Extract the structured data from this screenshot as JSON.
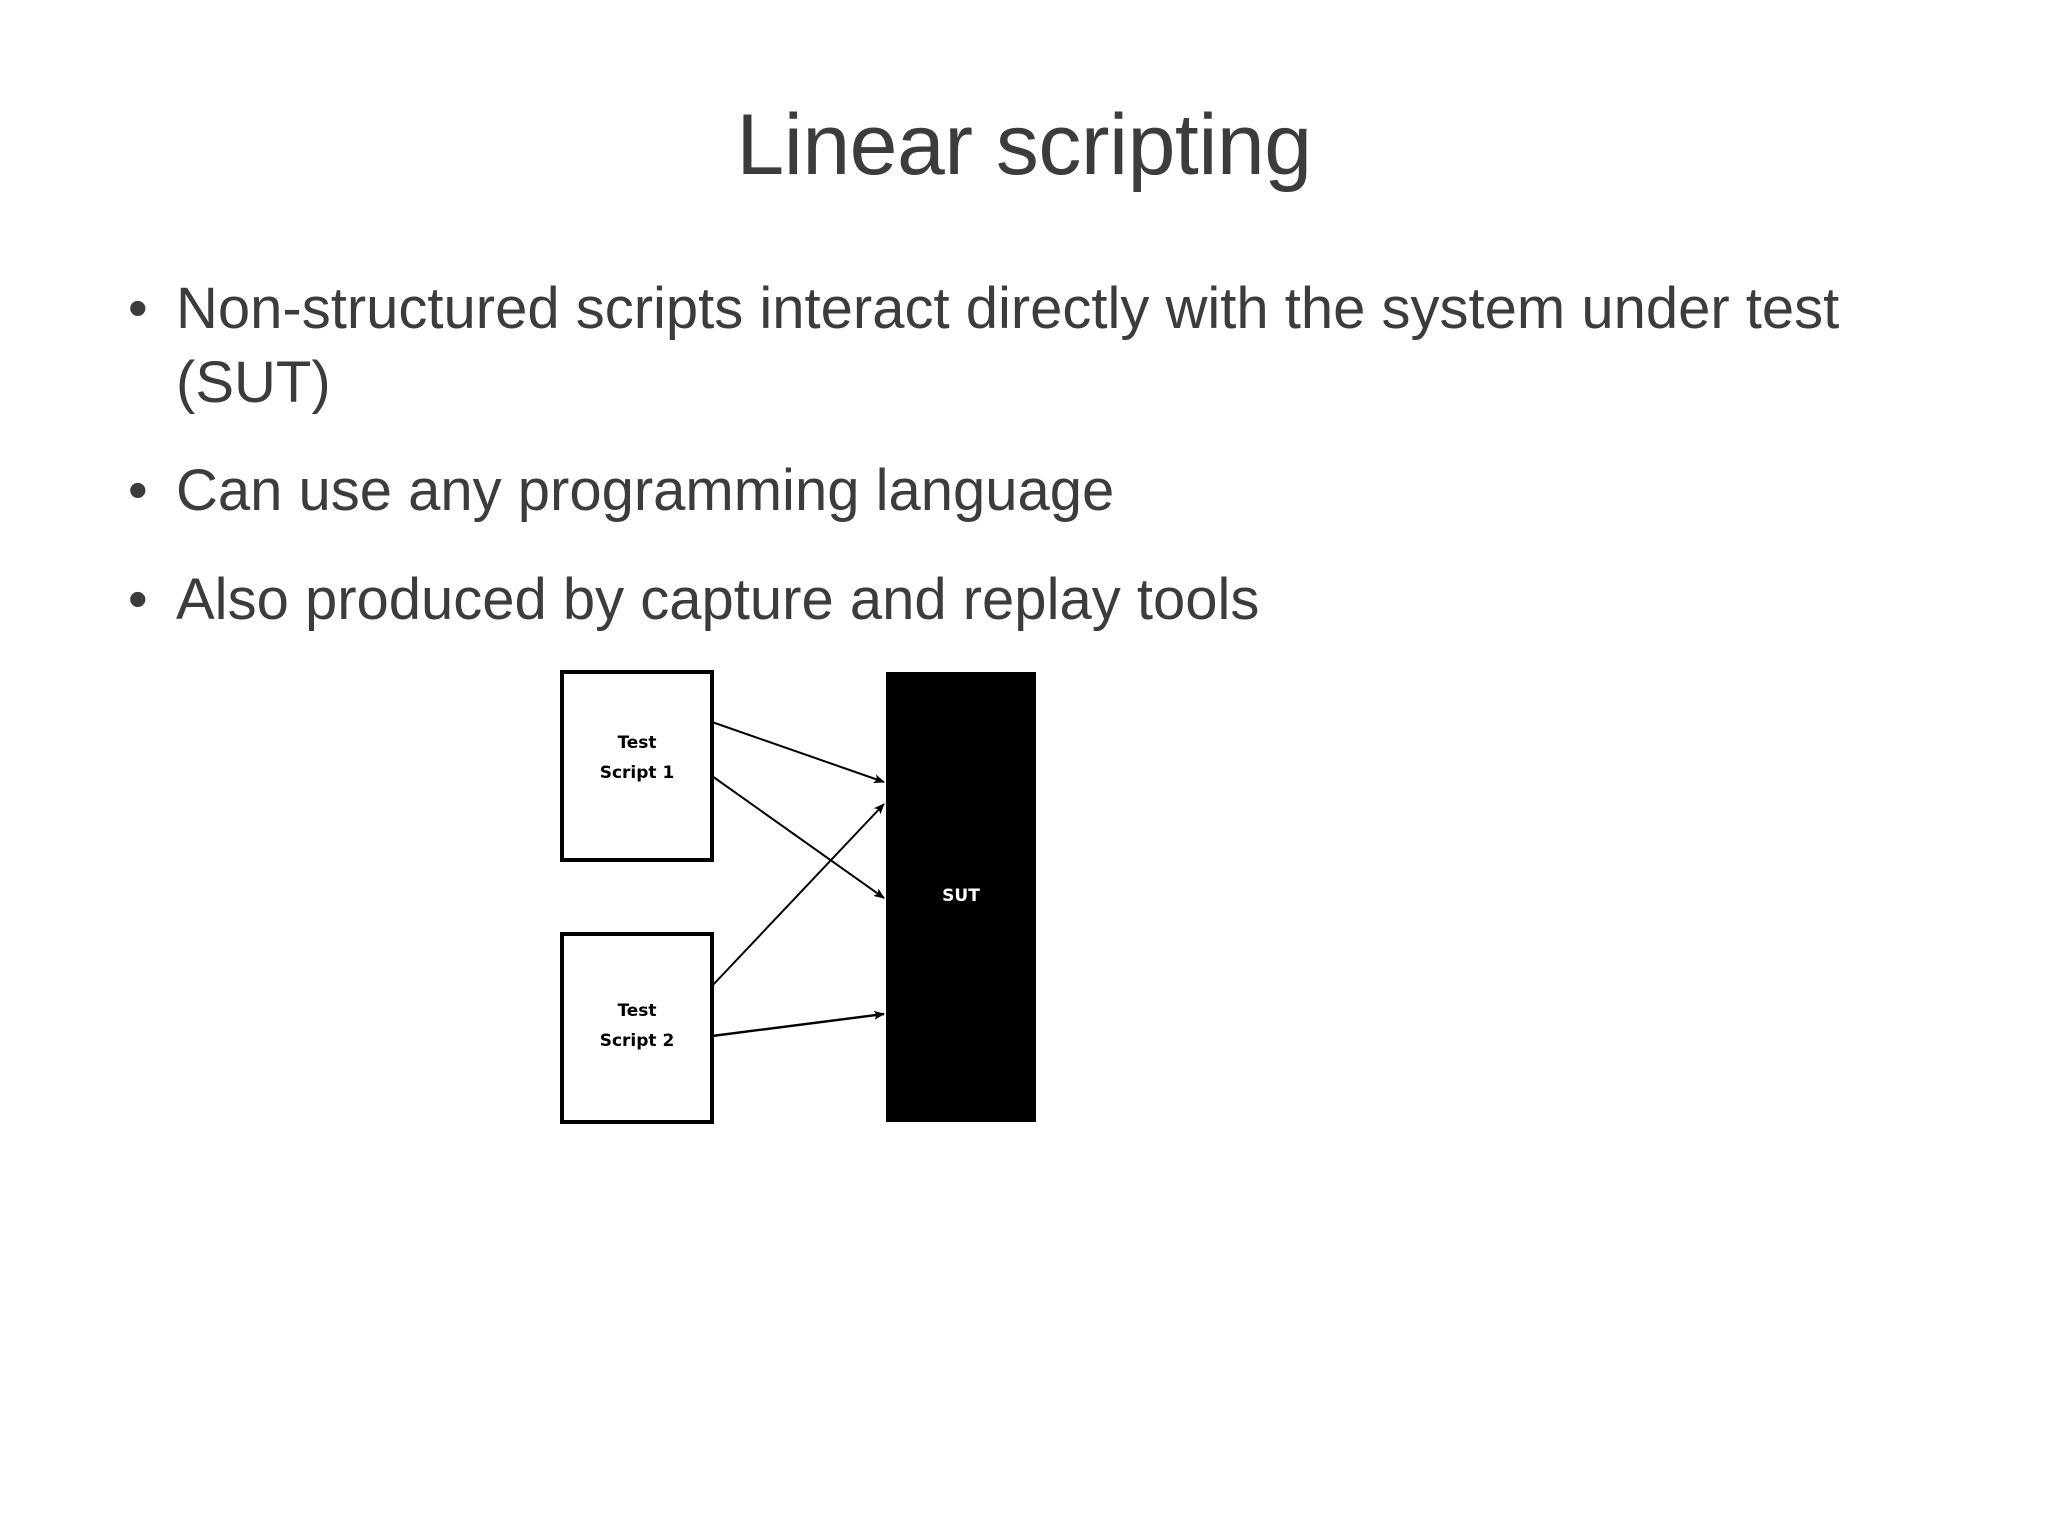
{
  "slide": {
    "title": "Linear scripting",
    "bullet_marker": "•",
    "bullets": [
      "Non-structured scripts interact directly with the system under test (SUT)",
      "Can use any programming language",
      "Also produced by capture and replay tools"
    ],
    "diagram": {
      "name": "test-scripts-to-sut-diagram",
      "boxes": [
        {
          "id": "test-script-1",
          "line1": "Test",
          "line2": "Script 1"
        },
        {
          "id": "test-script-2",
          "line1": "Test",
          "line2": "Script 2"
        }
      ],
      "sut": {
        "id": "sut",
        "label": "SUT"
      },
      "arrow_count": 4,
      "colors": {
        "box_stroke": "#000000",
        "box_fill": "#ffffff",
        "sut_fill": "#000000",
        "sut_text": "#ffffff",
        "arrow": "#000000"
      }
    },
    "colors": {
      "background": "#ffffff",
      "text": "#3c3c3c"
    }
  }
}
